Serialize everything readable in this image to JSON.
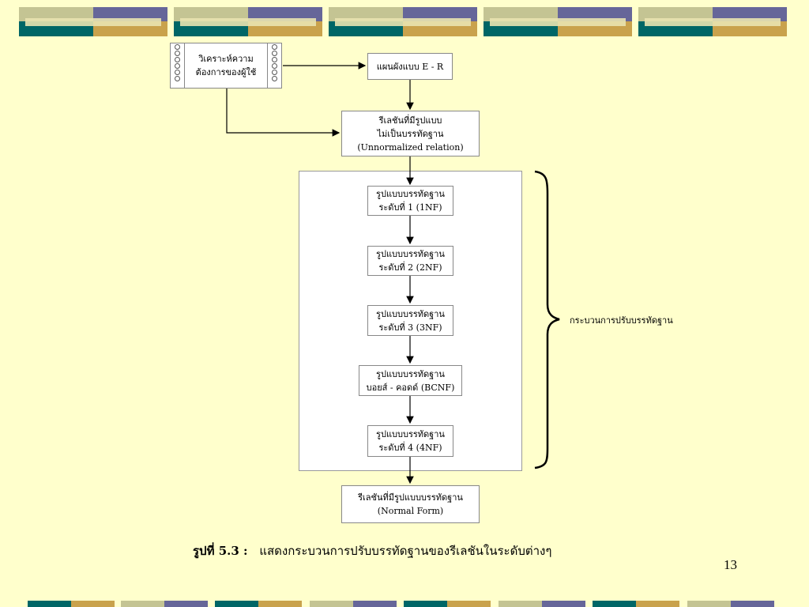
{
  "colors": {
    "background": "#ffffcc",
    "olive": "#c4c493",
    "purple": "#666699",
    "teal": "#006666",
    "gold": "#c9a24c",
    "cream": "#e9e3b0"
  },
  "nodes": {
    "user_req": {
      "line1": "วิเคราะห์ความ",
      "line2": "ต้องการของผู้ใช้"
    },
    "er": {
      "label": "แผนผังแบบ E - R"
    },
    "unnorm": {
      "line1": "รีเลชันที่มีรูปแบบ",
      "line2": "ไม่เป็นบรรทัดฐาน",
      "line3": "(Unnormalized relation)"
    },
    "nf1": {
      "line1": "รูปแบบบรรทัดฐาน",
      "line2": "ระดับที่ 1 (1NF)"
    },
    "nf2": {
      "line1": "รูปแบบบรรทัดฐาน",
      "line2": "ระดับที่ 2 (2NF)"
    },
    "nf3": {
      "line1": "รูปแบบบรรทัดฐาน",
      "line2": "ระดับที่ 3 (3NF)"
    },
    "bcnf": {
      "line1": "รูปแบบบรรทัดฐาน",
      "line2": "บอยส์ - คอดด์ (BCNF)"
    },
    "nf4": {
      "line1": "รูปแบบบรรทัดฐาน",
      "line2": "ระดับที่ 4 (4NF)"
    },
    "normal": {
      "line1": "รีเลชันที่มีรูปแบบบรรทัดฐาน",
      "line2": "(Normal Form)"
    }
  },
  "brace_label": "กระบวนการปรับบรรทัดฐาน",
  "caption": {
    "prefix": "รูปที่ 5.3 :",
    "text": "แสดงกระบวนการปรับบรรทัดฐานของรีเลชันในระดับต่างๆ"
  },
  "page_number": "13"
}
